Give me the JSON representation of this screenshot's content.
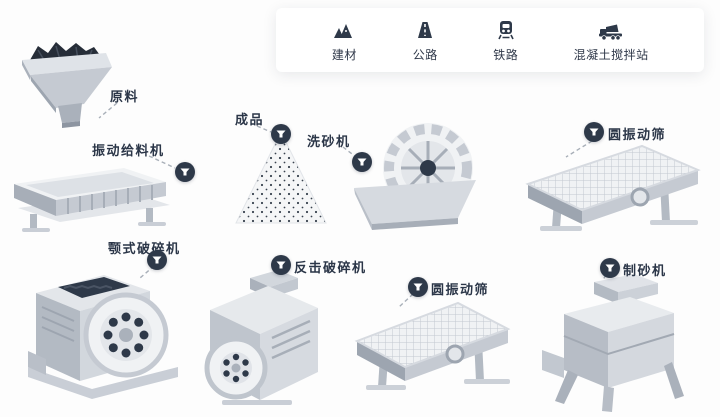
{
  "legend": {
    "items": [
      {
        "label": "建材"
      },
      {
        "label": "公路"
      },
      {
        "label": "铁路"
      },
      {
        "label": "混凝土搅拌站"
      }
    ]
  },
  "nodes": {
    "raw_material": {
      "label": "原料"
    },
    "vibrating_feeder": {
      "label": "振动给料机"
    },
    "finished_product": {
      "label": "成品"
    },
    "sand_washer": {
      "label": "洗砂机"
    },
    "circular_screen_top": {
      "label": "圆振动筛"
    },
    "jaw_crusher": {
      "label": "颚式破碎机"
    },
    "impact_crusher": {
      "label": "反击破碎机"
    },
    "circular_screen_bottom": {
      "label": "圆振动筛"
    },
    "sand_maker": {
      "label": "制砂机"
    }
  },
  "colors": {
    "accent_navy": "#2e3949",
    "machine_light": "#f0f2f4",
    "machine_mid": "#c5cad2",
    "machine_dark": "#a7aeb8",
    "rock_dark": "#262d38",
    "label_text": "#2b3648",
    "connector": "#a8afb8",
    "legend_bg": "#ffffff",
    "page_bg": "#fdfdfd"
  }
}
